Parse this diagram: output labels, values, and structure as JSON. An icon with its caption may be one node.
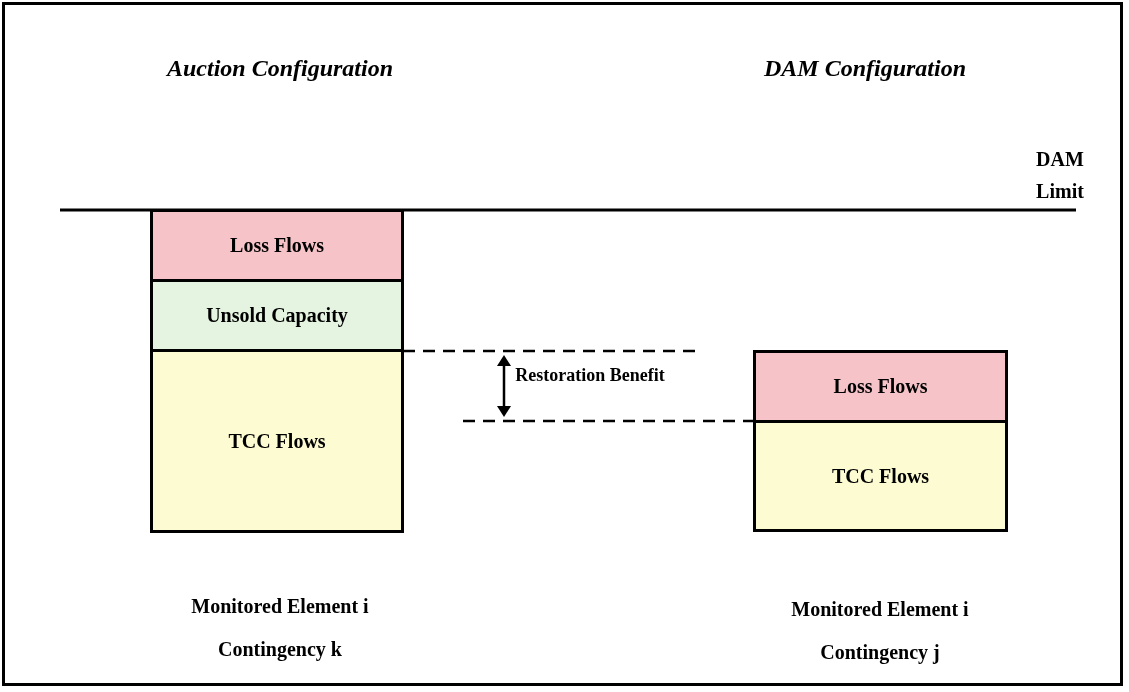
{
  "diagram": {
    "nodes": [
      {
        "text": [
          "Loss Flows"
        ]
      },
      {
        "text": [
          "Unsold Capacity"
        ]
      },
      {
        "text": [
          "TCC Flows"
        ]
      },
      {
        "text": [
          "Loss Flows"
        ]
      },
      {
        "text": [
          "TCC Flows"
        ]
      }
    ],
    "labels": [
      "Auction Configuration",
      "DAM Configuration",
      "DAM Limit",
      "Restoration Benefit",
      "Monitored Element i",
      "Contingency k",
      "Monitored Element i",
      "Contingency j"
    ]
  }
}
